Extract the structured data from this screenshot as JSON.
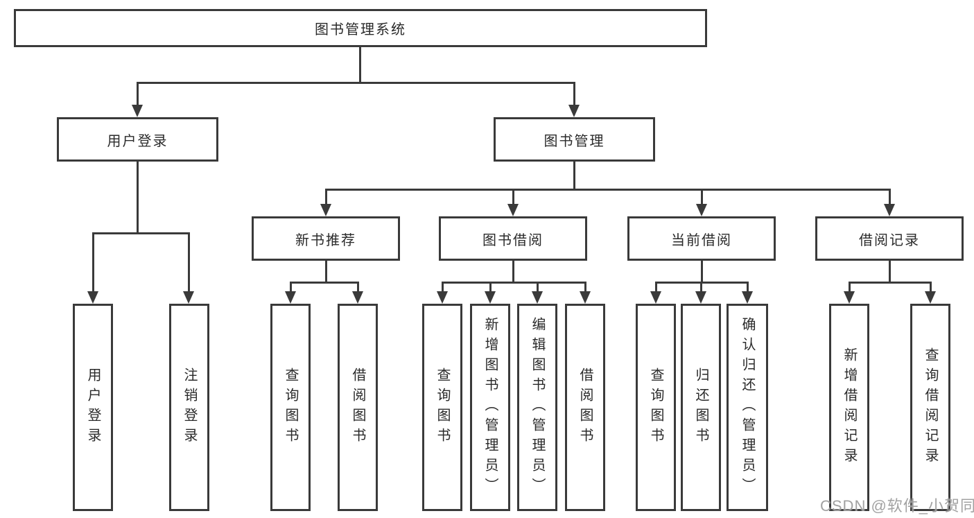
{
  "tree": {
    "label": "图书管理系统",
    "children": [
      {
        "label": "用户登录",
        "children": [
          {
            "label": "用户登录"
          },
          {
            "label": "注销登录"
          }
        ]
      },
      {
        "label": "图书管理",
        "children": [
          {
            "label": "新书推荐",
            "children": [
              {
                "label": "查询图书"
              },
              {
                "label": "借阅图书"
              }
            ]
          },
          {
            "label": "图书借阅",
            "children": [
              {
                "label": "查询图书"
              },
              {
                "label": "新增图书（管理员）"
              },
              {
                "label": "编辑图书（管理员）"
              },
              {
                "label": "借阅图书"
              }
            ]
          },
          {
            "label": "当前借阅",
            "children": [
              {
                "label": "查询图书"
              },
              {
                "label": "归还图书"
              },
              {
                "label": "确认归还（管理员）"
              }
            ]
          },
          {
            "label": "借阅记录",
            "children": [
              {
                "label": "新增借阅记录"
              },
              {
                "label": "查询借阅记录"
              }
            ]
          }
        ]
      }
    ]
  },
  "watermark": {
    "text": "CSDN @软件_小贺同学"
  },
  "colors": {
    "line": "#3a3a3a",
    "text": "#2a2a2a",
    "background": "#ffffff",
    "watermark": "#9a9a9a"
  }
}
